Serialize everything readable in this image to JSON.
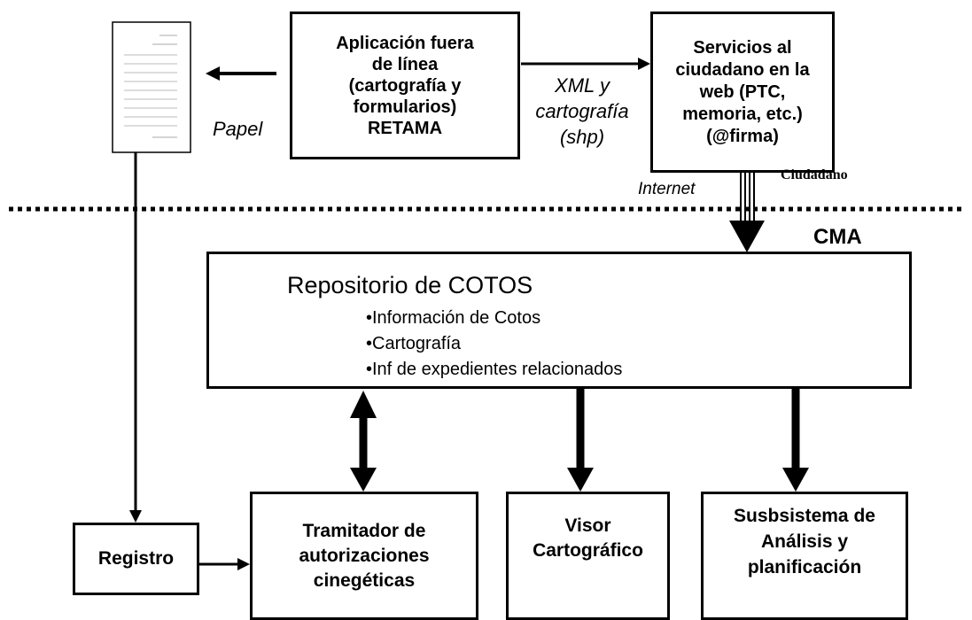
{
  "diagram": {
    "offline_app": "Aplicación fuera\nde línea\n(cartografía y\nformularios)\nRETAMA",
    "web_services": "Servicios al\nciudadano en la\nweb (PTC,\nmemoria, etc.)\n(@firma)",
    "paper_label": "Papel",
    "xml_label": "XML  y\ncartografía\n(shp)",
    "internet_label": "Internet",
    "citizen_label": "Ciudadano",
    "cma_label": "CMA",
    "repository": {
      "title": "Repositorio de COTOS",
      "items": [
        "•Información de Cotos",
        "•Cartografía",
        "•Inf de expedientes relacionados"
      ]
    },
    "registro": "Registro",
    "tramitador": "Tramitador de\nautorizaciones\ncinegéticas",
    "visor": "Visor\nCartográfico",
    "subsistema": "Susbsistema de\nAnálisis y\nplanificación"
  }
}
